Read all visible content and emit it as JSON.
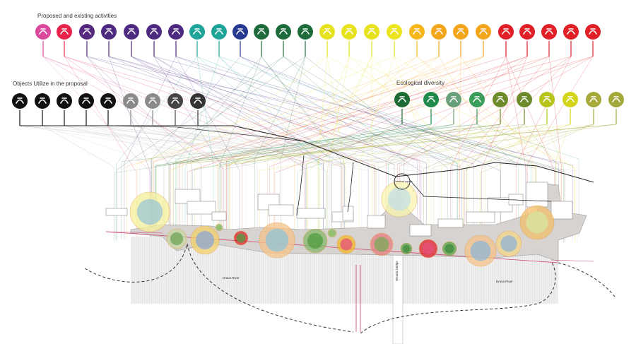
{
  "headings": {
    "activities": "Proposed and existing activities",
    "objects": "Objects Utilize in the proposal",
    "ecology": "Ecological diversity"
  },
  "map_labels": {
    "river_left": "Drava River",
    "river_right": "Drava River",
    "bridge": "Historic bridge",
    "square": "Freedom square"
  },
  "activities": [
    {
      "icon": "cycling-icon",
      "color": "#d9489b"
    },
    {
      "icon": "swimming-icon",
      "color": "#e8234a"
    },
    {
      "icon": "diving-icon",
      "color": "#55297f"
    },
    {
      "icon": "water-ski-icon",
      "color": "#4d2a80"
    },
    {
      "icon": "sailing-icon",
      "color": "#4d2a80"
    },
    {
      "icon": "windsurf-icon",
      "color": "#4d2a80"
    },
    {
      "icon": "rowing-icon",
      "color": "#4d2a80"
    },
    {
      "icon": "jet-ski-icon",
      "color": "#1fa49a"
    },
    {
      "icon": "fishing-icon",
      "color": "#1fa49a"
    },
    {
      "icon": "boat-icon",
      "color": "#283a8f"
    },
    {
      "icon": "fast-food-icon",
      "color": "#1d6b3a"
    },
    {
      "icon": "cafe-icon",
      "color": "#1d6b3a"
    },
    {
      "icon": "dog-walking-icon",
      "color": "#1d6b3a"
    },
    {
      "icon": "dance-icon",
      "color": "#e6e21e"
    },
    {
      "icon": "theater-icon",
      "color": "#e6e21e"
    },
    {
      "icon": "cinema-icon",
      "color": "#e6e21e"
    },
    {
      "icon": "monument-icon",
      "color": "#ece41e"
    },
    {
      "icon": "music-icon",
      "color": "#f5b71a"
    },
    {
      "icon": "running-icon",
      "color": "#f3a51b"
    },
    {
      "icon": "bike-icon",
      "color": "#f3a51b"
    },
    {
      "icon": "jogging-icon",
      "color": "#f3a51b"
    },
    {
      "icon": "gymnastics-icon",
      "color": "#e01f26"
    },
    {
      "icon": "picnic-icon",
      "color": "#e01f26"
    },
    {
      "icon": "skating-icon",
      "color": "#e01f26"
    },
    {
      "icon": "martial-arts-icon",
      "color": "#e01f26"
    },
    {
      "icon": "yoga-icon",
      "color": "#e01f26"
    }
  ],
  "objects": [
    {
      "icon": "bench-icon",
      "color": "#111111"
    },
    {
      "icon": "trash-bin-icon",
      "color": "#111111"
    },
    {
      "icon": "playground-icon",
      "color": "#111111"
    },
    {
      "icon": "fountain-icon",
      "color": "#111111"
    },
    {
      "icon": "bike-rack-icon",
      "color": "#111111"
    },
    {
      "icon": "umbrella-icon",
      "color": "#8a8a8a"
    },
    {
      "icon": "lamp-icon",
      "color": "#8a8a8a"
    },
    {
      "icon": "kiosk-icon",
      "color": "#444444"
    },
    {
      "icon": "tap-icon",
      "color": "#333333"
    }
  ],
  "ecology": [
    {
      "icon": "tree-icon",
      "color": "#1f6b35"
    },
    {
      "icon": "flower-icon",
      "color": "#1f8a4a"
    },
    {
      "icon": "fish-icon",
      "color": "#6a9f7b"
    },
    {
      "icon": "turtle-icon",
      "color": "#3a9e5a"
    },
    {
      "icon": "owl-icon",
      "color": "#6c8a2a"
    },
    {
      "icon": "butterfly-icon",
      "color": "#6c8a2a"
    },
    {
      "icon": "bird-icon",
      "color": "#b6c41c"
    },
    {
      "icon": "grass-icon",
      "color": "#d3d51a"
    },
    {
      "icon": "reeds-icon",
      "color": "#a7a93a"
    },
    {
      "icon": "meadow-icon",
      "color": "#a3a83a"
    }
  ]
}
